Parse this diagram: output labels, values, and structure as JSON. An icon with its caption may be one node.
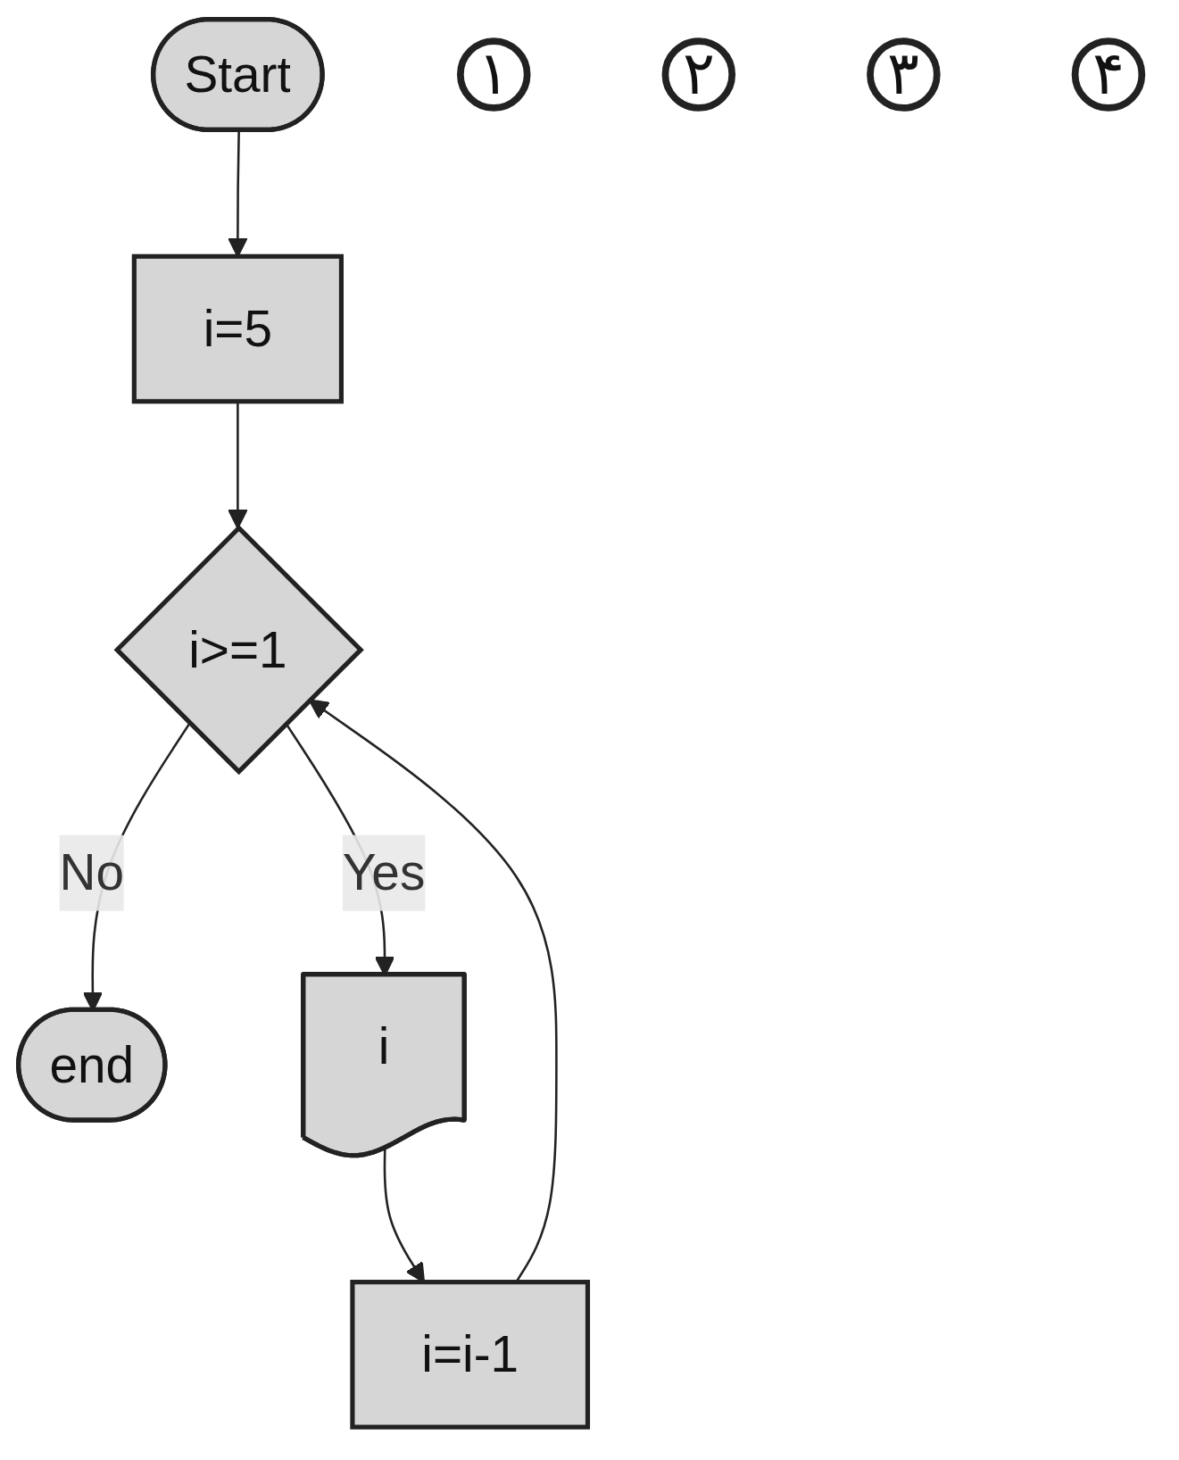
{
  "diagram": {
    "nodes": [
      {
        "text": [
          "Start"
        ]
      },
      {
        "text": [
          "۱"
        ]
      },
      {
        "text": [
          "i=5"
        ]
      },
      {
        "text": [
          "۲"
        ]
      },
      {
        "text": [
          "i>=1"
        ]
      },
      {
        "text": [
          "end"
        ]
      },
      {
        "text": [
          "۳"
        ]
      },
      {
        "text": [
          "i"
        ]
      },
      {
        "text": [
          "۴"
        ]
      },
      {
        "text": [
          "i=i-1"
        ]
      }
    ],
    "edges": [
      {
        "from": 0,
        "to": 2,
        "arrow": "to"
      },
      {
        "from": 2,
        "to": 4,
        "arrow": "to"
      },
      {
        "from": 4,
        "to": 5,
        "label": "No",
        "arrow": "to"
      },
      {
        "from": 4,
        "to": 7,
        "label": "Yes",
        "arrow": "to"
      },
      {
        "from": 7,
        "to": 9,
        "arrow": "to"
      },
      {
        "from": 9,
        "to": 4,
        "arrow": "to"
      }
    ]
  }
}
